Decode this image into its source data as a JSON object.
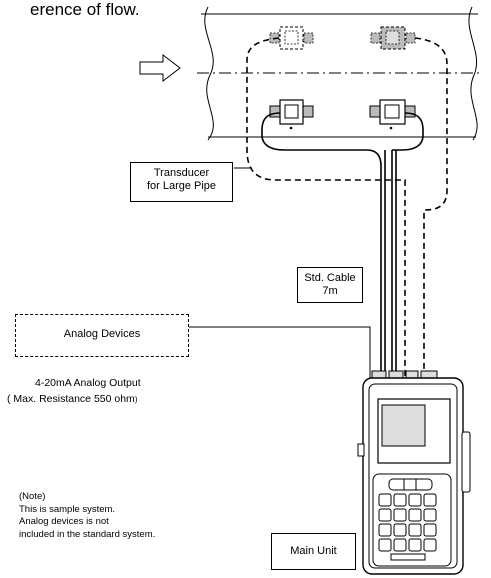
{
  "header_text": "erence of flow.",
  "labels": {
    "transducer_line1": "Transducer",
    "transducer_line2": "for Large Pipe",
    "cable_line1": "Std. Cable",
    "cable_line2": "7m",
    "analog_devices": "Analog Devices",
    "output_line1": "4-20mA Analog Output",
    "output_line2_pre": "( Max. Resistance  550 ohm",
    "output_line2_post": ")",
    "note_line1": "(Note)",
    "note_line2": "This is sample system.",
    "note_line3": "Analog devices is not",
    "note_line4": "included in the standard system.",
    "main_unit": "Main Unit"
  }
}
